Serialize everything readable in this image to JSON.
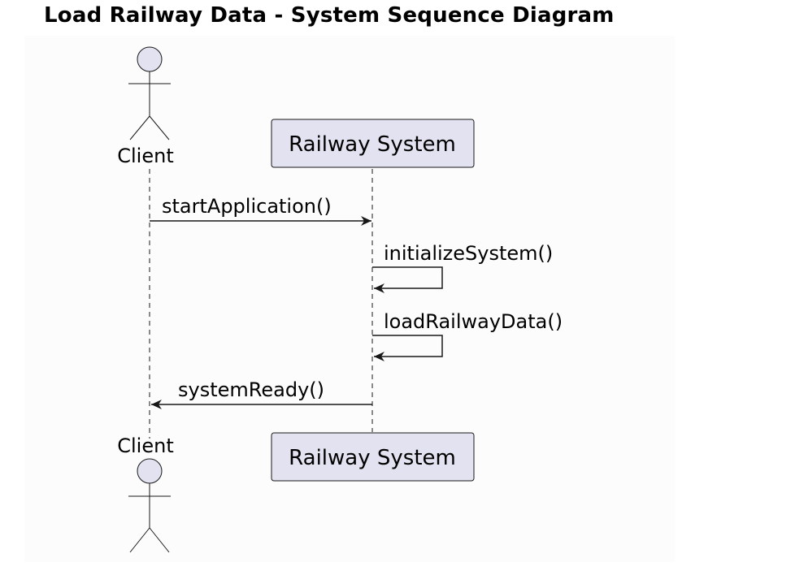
{
  "title": "Load Railway Data - System Sequence Diagram",
  "participants": {
    "client": {
      "label": "Client",
      "kind": "actor"
    },
    "system": {
      "label": "Railway System",
      "kind": "participant"
    }
  },
  "messages": [
    {
      "label": "startApplication()",
      "from": "client",
      "to": "system"
    },
    {
      "label": "initializeSystem()",
      "from": "system",
      "to": "system"
    },
    {
      "label": "loadRailwayData()",
      "from": "system",
      "to": "system"
    },
    {
      "label": "systemReady()",
      "from": "system",
      "to": "client"
    }
  ],
  "colors": {
    "participant_fill": "#E2E2F0",
    "participant_stroke": "#181818",
    "lifeline": "#181818",
    "arrow": "#181818"
  }
}
